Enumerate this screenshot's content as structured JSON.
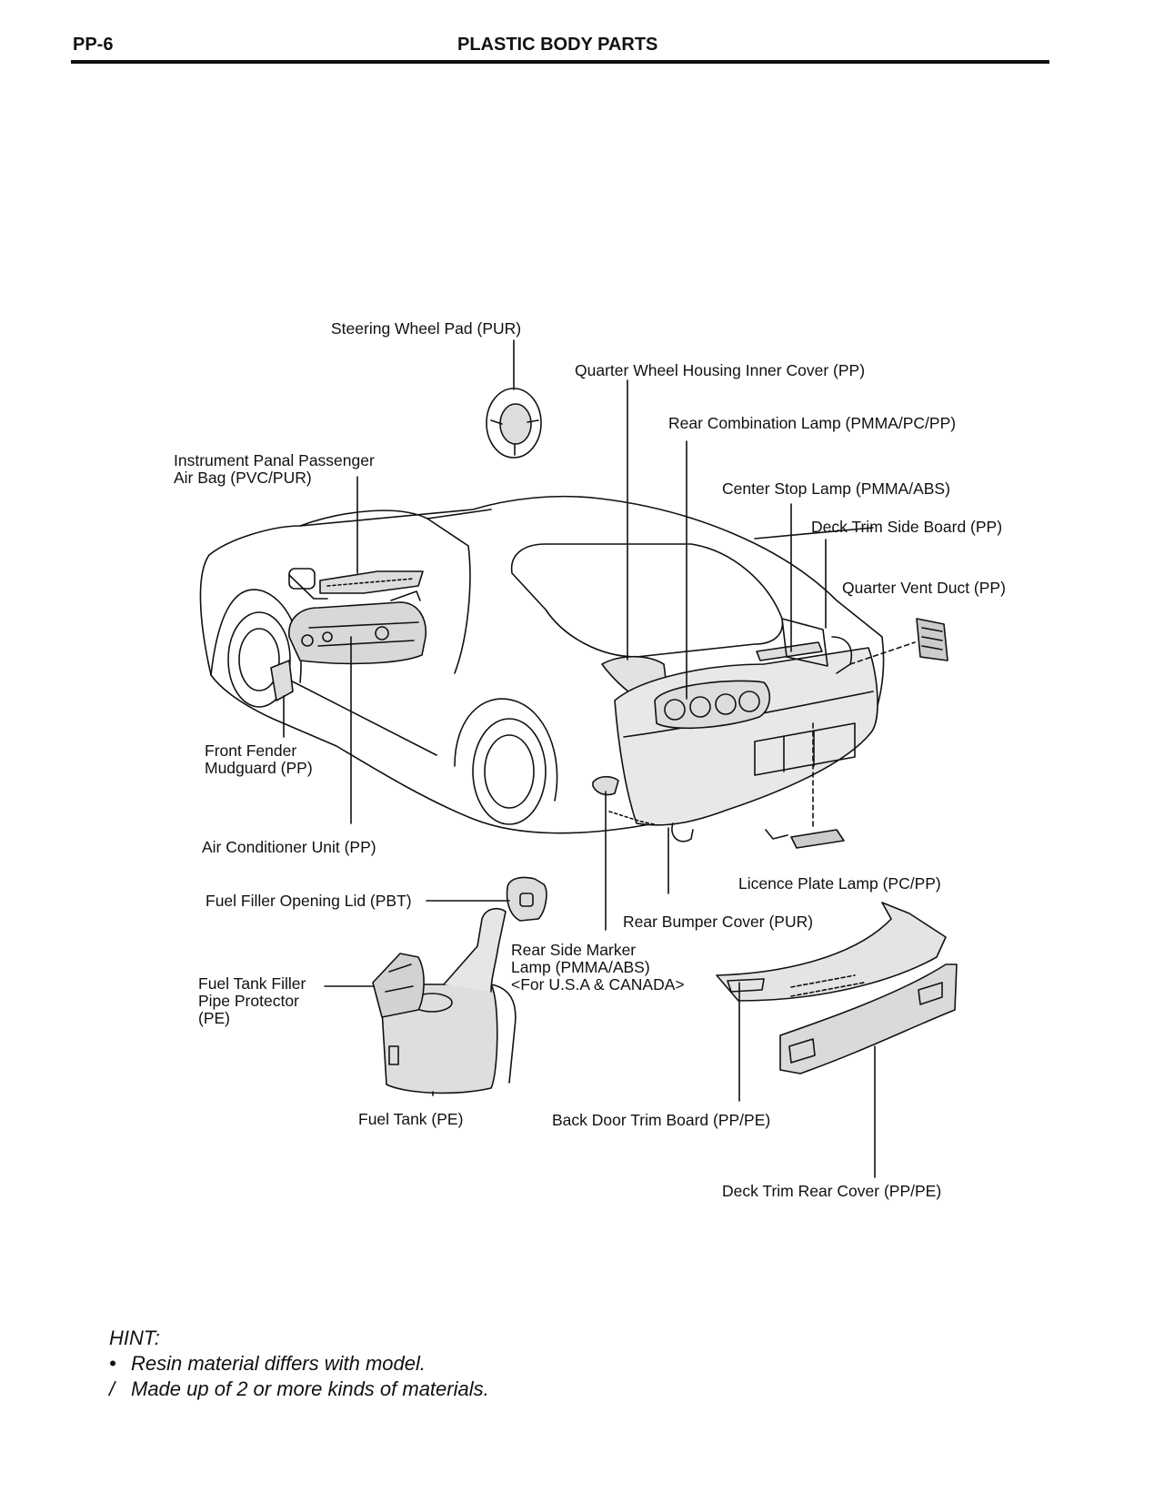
{
  "header": {
    "page_number": "PP-6",
    "title": "PLASTIC BODY PARTS"
  },
  "labels": {
    "steering_wheel_pad": "Steering Wheel Pad (PUR)",
    "quarter_wheel_housing": "Quarter Wheel Housing Inner Cover (PP)",
    "rear_combination_lamp": "Rear Combination Lamp (PMMA/PC/PP)",
    "instrument_airbag_1": "Instrument Panal Passenger",
    "instrument_airbag_2": "Air Bag (PVC/PUR)",
    "center_stop_lamp": "Center Stop Lamp (PMMA/ABS)",
    "deck_trim_side_board": "Deck Trim Side Board (PP)",
    "quarter_vent_duct": "Quarter Vent Duct (PP)",
    "front_fender_1": "Front Fender",
    "front_fender_2": "Mudguard (PP)",
    "air_conditioner": "Air Conditioner Unit (PP)",
    "licence_plate_lamp": "Licence Plate Lamp (PC/PP)",
    "fuel_filler_lid": "Fuel Filler Opening Lid (PBT)",
    "rear_bumper_cover": "Rear Bumper Cover (PUR)",
    "rear_side_marker_1": "Rear Side Marker",
    "rear_side_marker_2": "Lamp (PMMA/ABS)",
    "rear_side_marker_3": "<For U.S.A & CANADA>",
    "fuel_tank_protector_1": "Fuel Tank Filler",
    "fuel_tank_protector_2": "Pipe Protector",
    "fuel_tank_protector_3": "(PE)",
    "fuel_tank": "Fuel Tank (PE)",
    "back_door_trim": "Back Door Trim Board (PP/PE)",
    "deck_trim_rear_cover": "Deck Trim Rear Cover (PP/PE)"
  },
  "hint": {
    "title": "HINT:",
    "items": [
      {
        "marker": "•",
        "text": "Resin material differs with model."
      },
      {
        "marker": "/",
        "text": "Made up of 2 or more kinds of materials."
      }
    ]
  },
  "colors": {
    "ink": "#111111",
    "fill": "#e6e6e6",
    "shade": "#cfcfcf"
  }
}
